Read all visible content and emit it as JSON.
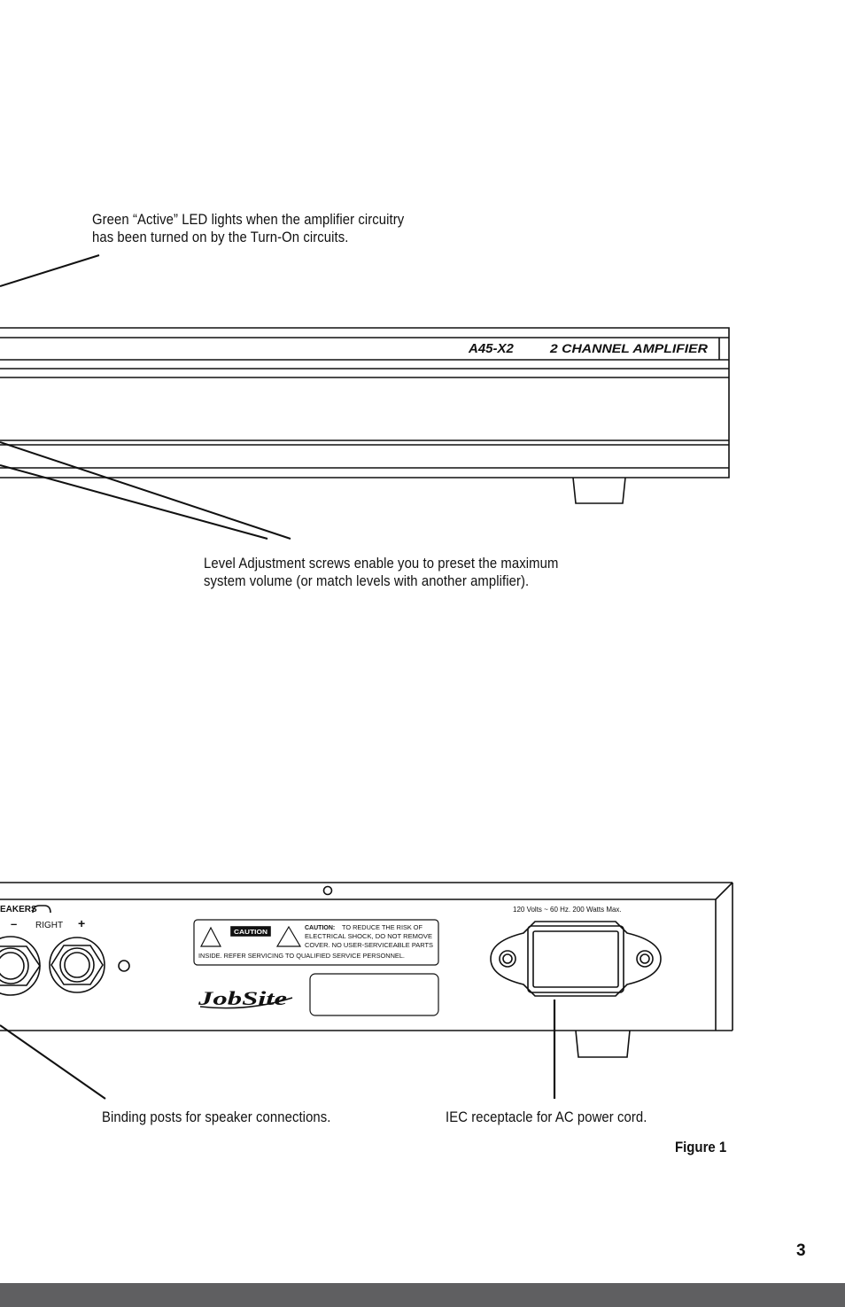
{
  "captions": {
    "led_line1": "Green “Active” LED lights when the amplifier circuitry",
    "led_line2": "has been turned on by the Turn-On circuits.",
    "level_line1": "Level Adjustment screws enable you to preset the maximum",
    "level_line2": "system volume (or match levels with another amplifier).",
    "binding": "Binding posts for speaker connections.",
    "iec": "IEC receptacle for AC power cord."
  },
  "front_panel": {
    "model": "A45-X2",
    "description": "2 CHANNEL AMPLIFIER"
  },
  "rear_panel": {
    "speakers_label": "EAKERS",
    "minus_sign": "–",
    "right_label": "RIGHT",
    "plus_sign": "+",
    "power_rating": "120 Volts ~ 60 Hz. 200 Watts Max.",
    "caution_badge": "CAUTION",
    "caution_heading": "CAUTION:",
    "caution_line1": "TO REDUCE THE RISK OF",
    "caution_line2": "ELECTRICAL SHOCK, DO NOT REMOVE",
    "caution_line3": "COVER. NO USER-SERVICEABLE PARTS",
    "caution_line4": "INSIDE. REFER SERVICING TO QUALIFIED SERVICE PERSONNEL.",
    "brand": "JobSite"
  },
  "figure_label": "Figure 1",
  "page_number": "3",
  "colors": {
    "footer_bar": "#5f5f61",
    "ink": "#111111"
  }
}
